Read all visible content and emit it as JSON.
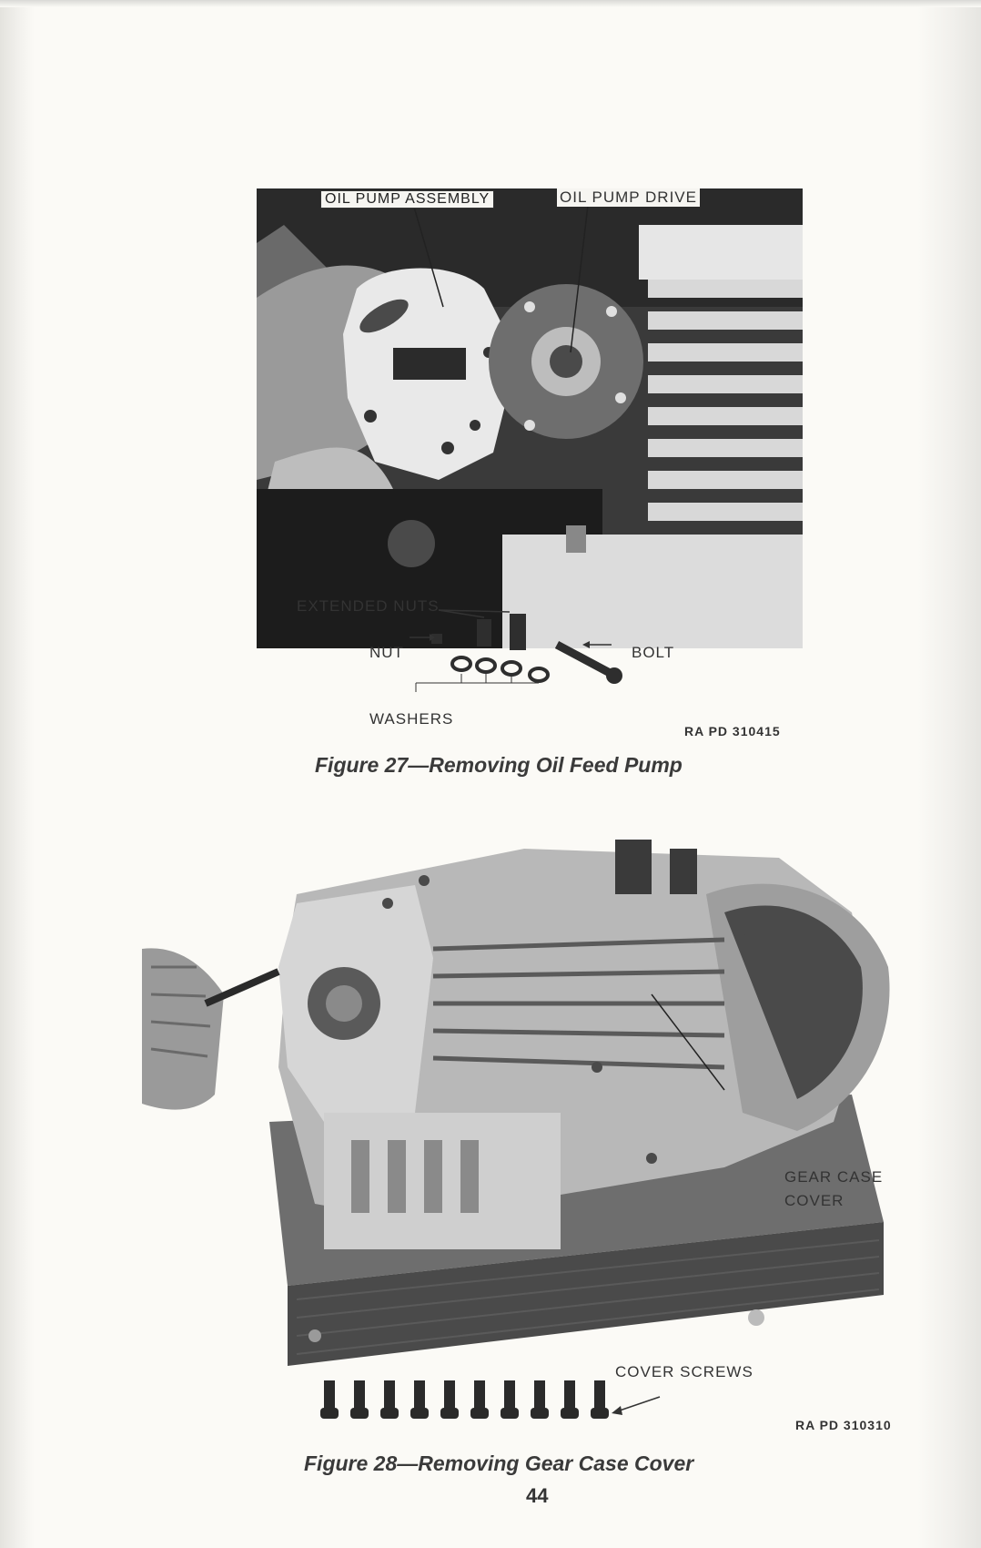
{
  "figure27": {
    "labels": {
      "oil_pump_assembly": "OIL PUMP ASSEMBLY",
      "oil_pump_drive": "OIL PUMP DRIVE",
      "extended_nuts": "EXTENDED NUTS",
      "nut": "NUT",
      "bolt": "BOLT",
      "washers": "WASHERS"
    },
    "ra_number": "RA PD 310415",
    "caption": "Figure 27—Removing Oil Feed Pump"
  },
  "figure28": {
    "labels": {
      "gear_case_cover_line1": "GEAR CASE",
      "gear_case_cover_line2": "COVER",
      "cover_screws": "COVER SCREWS"
    },
    "ra_number": "RA PD 310310",
    "caption": "Figure 28—Removing Gear Case Cover"
  },
  "page_number": "44"
}
